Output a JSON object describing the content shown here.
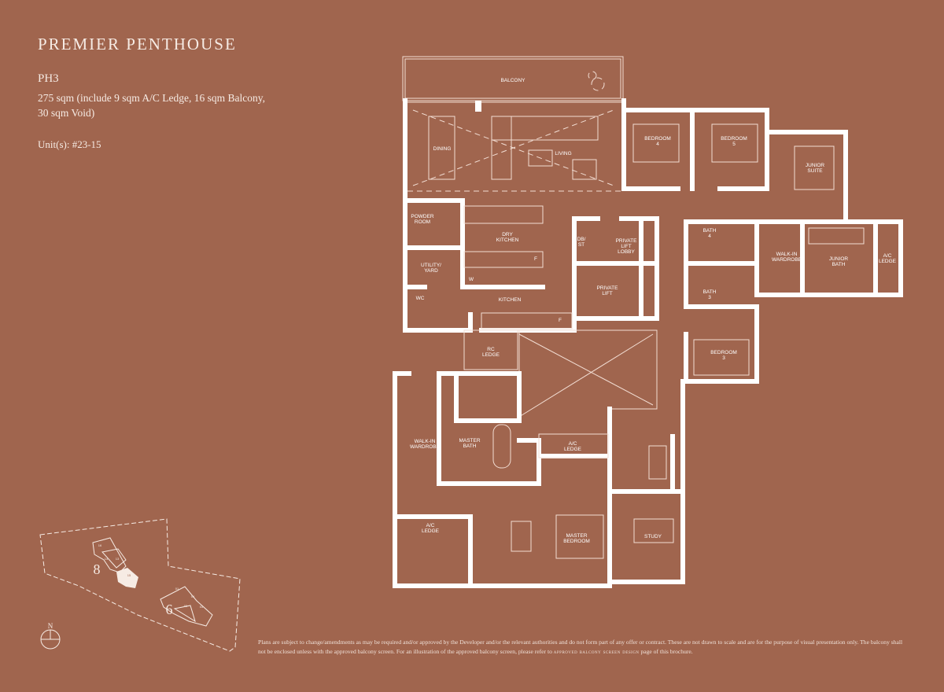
{
  "header": {
    "title": "PREMIER PENTHOUSE",
    "unit_type": "PH3",
    "area_line1": "275 sqm (include 9 sqm A/C Ledge, 16 sqm Balcony,",
    "area_line2": "30 sqm Void)",
    "units": "Unit(s):  #23-15"
  },
  "rooms": {
    "balcony": "BALCONY",
    "dining": "DINING",
    "living": "LIVING",
    "bedroom4": [
      "BEDROOM",
      "4"
    ],
    "bedroom5": [
      "BEDROOM",
      "5"
    ],
    "junior_suite": [
      "JUNIOR",
      "SUITE"
    ],
    "powder_room": [
      "POWDER",
      "ROOM"
    ],
    "dry_kitchen": [
      "DRY",
      "KITCHEN"
    ],
    "utility_yard": [
      "UTILITY/",
      "YARD"
    ],
    "wc": "WC",
    "kitchen": "KITCHEN",
    "db_st": [
      "DB/",
      "ST"
    ],
    "private_lift_lobby": [
      "PRIVATE",
      "LIFT",
      "LOBBY"
    ],
    "private_lift": [
      "PRIVATE",
      "LIFT"
    ],
    "bath4": [
      "BATH",
      "4"
    ],
    "bath3": [
      "BATH",
      "3"
    ],
    "walkin_wardrobe_junior": [
      "WALK-IN",
      "WARDROBE"
    ],
    "junior_bath": [
      "JUNIOR",
      "BATH"
    ],
    "ac_ledge_right": [
      "A/C",
      "LEDGE"
    ],
    "bedroom3": [
      "BEDROOM",
      "3"
    ],
    "rc_ledge": [
      "RC",
      "LEDGE"
    ],
    "walkin_wardrobe_master": [
      "WALK-IN",
      "WARDROBE"
    ],
    "master_bath": [
      "MASTER",
      "BATH"
    ],
    "ac_ledge_mid": [
      "A/C",
      "LEDGE"
    ],
    "ac_ledge_lower": [
      "A/C",
      "LEDGE"
    ],
    "master_bedroom": [
      "MASTER",
      "BEDROOM"
    ],
    "study": "STUDY",
    "fridge": "F",
    "washer": "W"
  },
  "key_plan": {
    "block_8": "8",
    "block_6": "6",
    "north": "N",
    "highlight_color": "#F6EBE4",
    "block_8_units": [
      "16",
      "14",
      "13",
      "15"
    ],
    "block_6_units": [
      "01",
      "04",
      "02",
      "03"
    ]
  },
  "disclaimer": {
    "text": "Plans are subject to change/amendments as may be required and/or approved by the Developer and/or the relevant authorities and do not form part of any offer or contract. These are not drawn to scale and are for the purpose of visual presentation only. The balcony shall not be enclosed unless with the approved balcony screen. For an illustration of the approved balcony screen, please refer to",
    "smallcaps": "approved balcony screen design",
    "tail": "page of this brochure."
  },
  "colors": {
    "background": "#A0654E",
    "walls": "#FFFFFF",
    "text": "#F6EBE4"
  }
}
